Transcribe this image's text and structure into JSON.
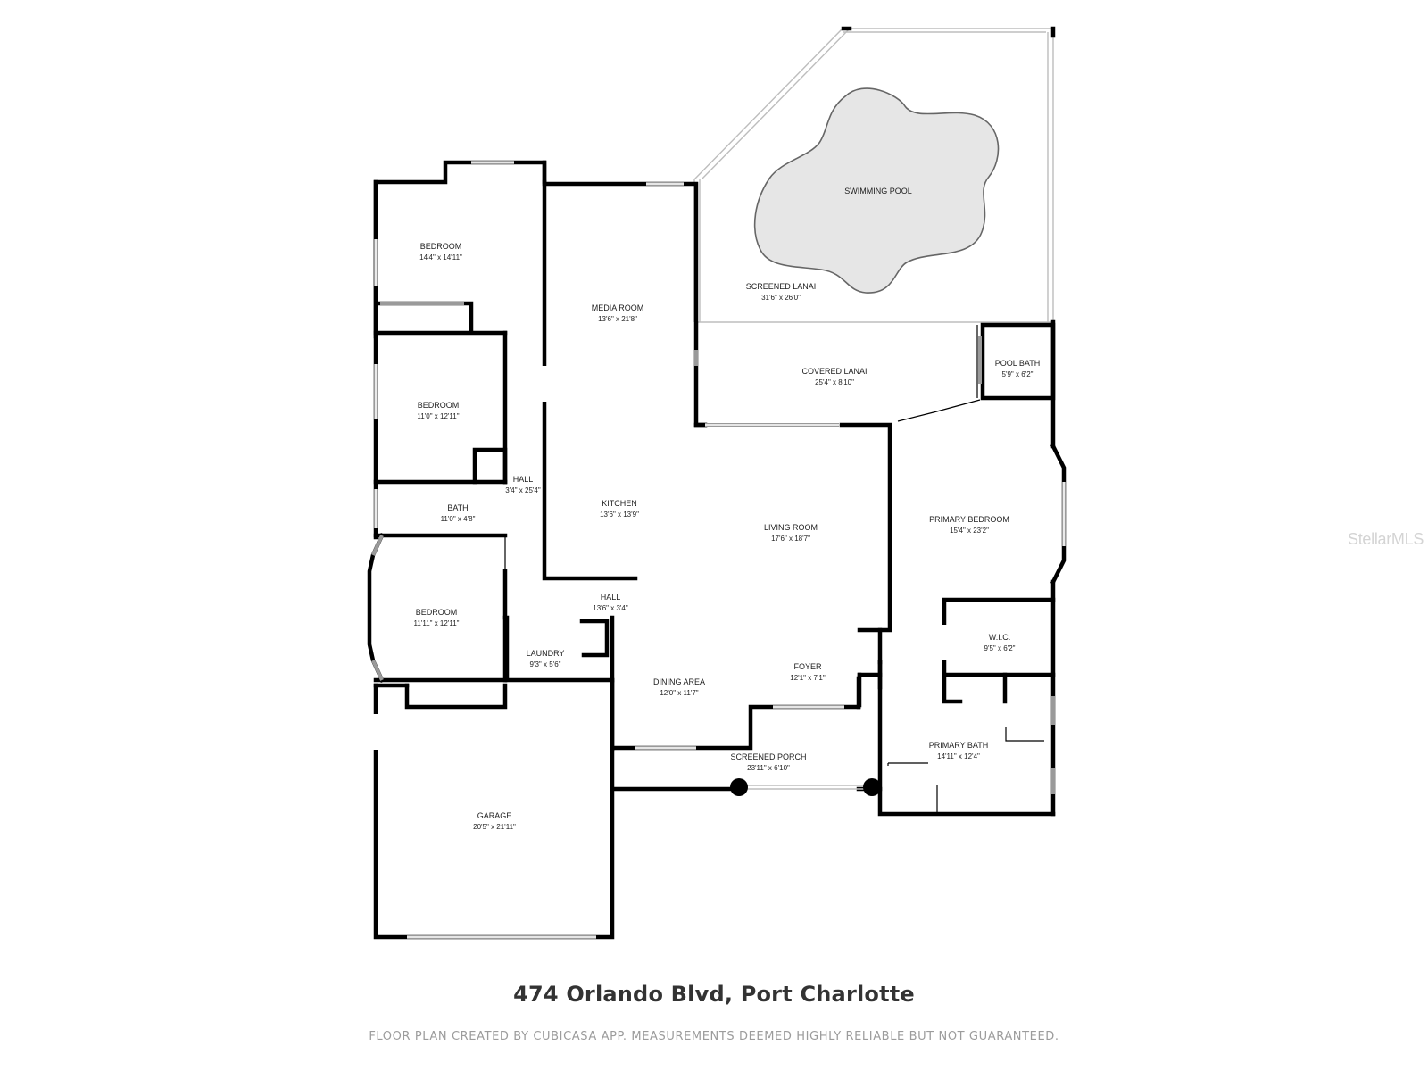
{
  "address": "474 Orlando Blvd, Port Charlotte",
  "disclaimer": "FLOOR PLAN CREATED BY CUBICASA APP. MEASUREMENTS DEEMED HIGHLY RELIABLE BUT NOT GUARANTEED.",
  "watermark": "StellarMLS",
  "rooms": {
    "swimming_pool": {
      "name": "SWIMMING POOL"
    },
    "screened_lanai": {
      "name": "SCREENED LANAI",
      "dims": "31'6\" x 26'0\""
    },
    "bedroom_1": {
      "name": "BEDROOM",
      "dims": "14'4\" x 14'11\""
    },
    "media_room": {
      "name": "MEDIA ROOM",
      "dims": "13'6\" x 21'8\""
    },
    "covered_lanai": {
      "name": "COVERED LANAI",
      "dims": "25'4\" x 8'10\""
    },
    "pool_bath": {
      "name": "POOL BATH",
      "dims": "5'9\" x 6'2\""
    },
    "bedroom_2": {
      "name": "BEDROOM",
      "dims": "11'0\" x 12'11\""
    },
    "hall_1": {
      "name": "HALL",
      "dims": "3'4\" x 25'4\""
    },
    "bath": {
      "name": "BATH",
      "dims": "11'0\" x 4'8\""
    },
    "kitchen": {
      "name": "KITCHEN",
      "dims": "13'6\" x 13'9\""
    },
    "living_room": {
      "name": "LIVING ROOM",
      "dims": "17'6\" x 18'7\""
    },
    "primary_bedroom": {
      "name": "PRIMARY BEDROOM",
      "dims": "15'4\" x 23'2\""
    },
    "bedroom_3": {
      "name": "BEDROOM",
      "dims": "11'11\" x 12'11\""
    },
    "hall_2": {
      "name": "HALL",
      "dims": "13'6\" x 3'4\""
    },
    "wic": {
      "name": "W.I.C.",
      "dims": "9'5\" x 6'2\""
    },
    "laundry": {
      "name": "LAUNDRY",
      "dims": "9'3\" x 5'6\""
    },
    "foyer": {
      "name": "FOYER",
      "dims": "12'1\" x 7'1\""
    },
    "dining_area": {
      "name": "DINING AREA",
      "dims": "12'0\" x 11'7\""
    },
    "primary_bath": {
      "name": "PRIMARY BATH",
      "dims": "14'11\" x 12'4\""
    },
    "screened_porch": {
      "name": "SCREENED PORCH",
      "dims": "23'11\" x 6'10\""
    },
    "garage": {
      "name": "GARAGE",
      "dims": "20'5\" x 21'11\""
    }
  },
  "colors": {
    "wall": "#000000",
    "pool": "#e6e6e6",
    "window": "#9a9a9a",
    "screen": "#bdbdbd",
    "title": "#333333",
    "disclaimer": "#9c9c9c",
    "watermark": "#d4d4d4"
  }
}
